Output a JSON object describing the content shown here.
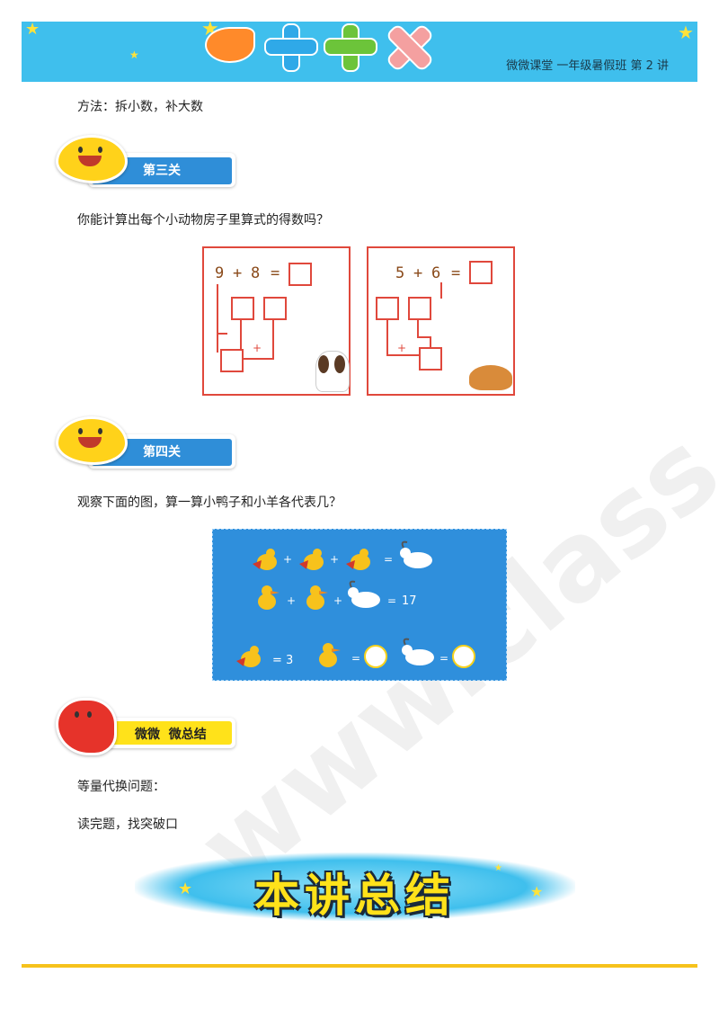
{
  "header": {
    "title": "微微课堂  一年级暑假班  第 2 讲"
  },
  "method_text": "方法：拆小数，补大数",
  "section3": {
    "badge": "第三关",
    "question": "你能计算出每个小动物房子里算式的得数吗？",
    "puzzle_left": {
      "a": "9",
      "op": "+",
      "b": "8",
      "eq": "=",
      "plus": "+"
    },
    "puzzle_right": {
      "a": "5",
      "op": "+",
      "b": "6",
      "eq": "=",
      "plus": "+"
    }
  },
  "section4": {
    "badge": "第四关",
    "question": "观察下面的图，算一算小鸭子和小羊各代表几？",
    "row2_result": "17",
    "row3_hen_value": "= 3",
    "row1_plus": "+",
    "row1_eq": "=",
    "row3_eq": "="
  },
  "summary_badge": "微微  微总结",
  "summary_lines": [
    "等量代换问题：",
    "读完题，找突破口"
  ],
  "banner_title": "本讲总结",
  "colors": {
    "header_bg": "#3fbfed",
    "badge_blue": "#2f8ed8",
    "puzzle_red": "#e0483c",
    "footer": "#f6c21c"
  }
}
